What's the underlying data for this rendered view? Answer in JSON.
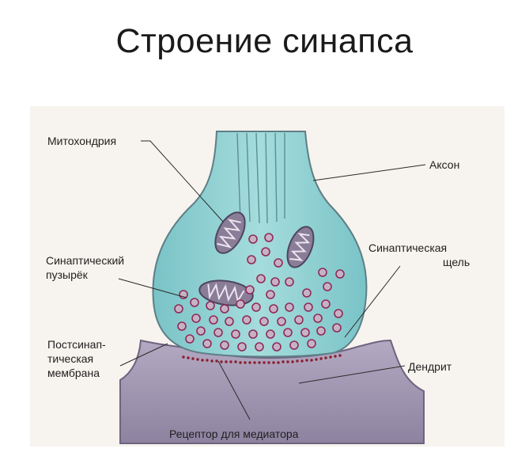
{
  "title": "Строение синапса",
  "labels": {
    "mitochondria": "Митохондрия",
    "axon": "Аксон",
    "vesicle": [
      "Синаптический",
      "пузырёк"
    ],
    "cleft": [
      "Синаптическая",
      "щель"
    ],
    "postsynaptic_membrane": [
      "Постсинап-",
      "тическая",
      "мембрана"
    ],
    "dendrite": "Дендрит",
    "receptor": "Рецептор для медиатора"
  },
  "colors": {
    "background_panel": "#f7f3ee",
    "axon_fill": "#8fd0d2",
    "axon_stroke": "#5f7e86",
    "dendrite_fill": "#9d93ad",
    "dendrite_stroke": "#6e6480",
    "mitochondria_fill": "#8a7d98",
    "vesicle_fill": "#c7b2c4",
    "vesicle_stroke": "#8e2a5a",
    "receptor_color": "#8b1e2e"
  }
}
